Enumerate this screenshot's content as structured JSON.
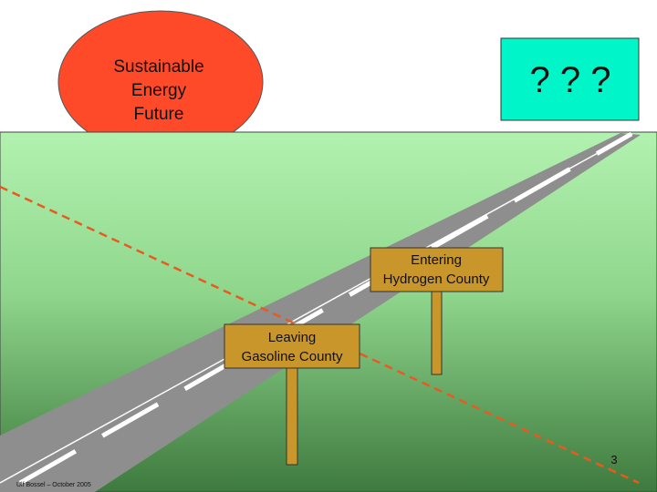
{
  "sun_label": [
    "Sustainable",
    "Energy",
    "Future"
  ],
  "question_box": "? ? ?",
  "sign_entering": [
    "Entering",
    "Hydrogen County"
  ],
  "sign_leaving": [
    "Leaving",
    "Gasoline County"
  ],
  "page_number": "3",
  "footer_credit": "Ulf Bossel – October 2005",
  "colors": {
    "sun": "#ff4a2a",
    "question_box": "#00f5c8",
    "sign": "#c8962a",
    "sky_top": "#b0f5b0",
    "ground_bottom": "#3d7a3d",
    "road": "#8c8c8c",
    "dashed_line": "#e85a20"
  }
}
